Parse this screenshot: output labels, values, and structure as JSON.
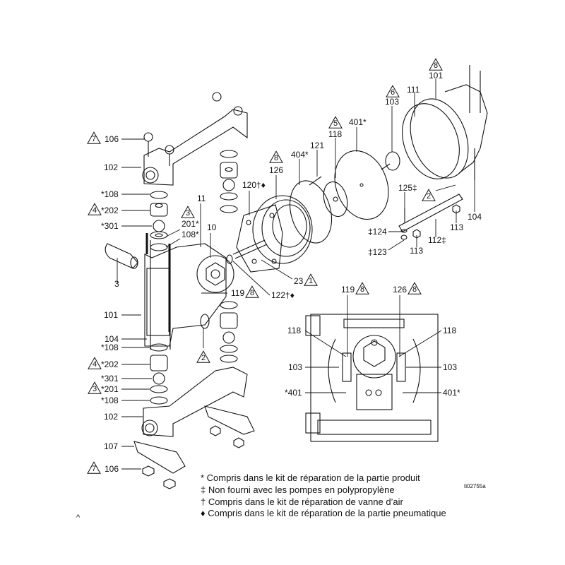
{
  "callouts": {
    "top_106": {
      "tri": "7",
      "text": "106"
    },
    "top_102": "102",
    "top_108": "*108",
    "top_202": {
      "tri": "4",
      "text": "*202"
    },
    "top_301": "*301",
    "top_201": {
      "tri": "3",
      "text": "201*"
    },
    "top_108b": "108*",
    "c11": "11",
    "c10": "10",
    "c3": "3",
    "c101": "101",
    "c119": {
      "tri": "8",
      "text": "119"
    },
    "c122": "122†♦",
    "c23": {
      "tri": "1",
      "text": "23"
    },
    "c120": "120†♦",
    "c126": {
      "tri": "8",
      "text": "126"
    },
    "c404": "404*",
    "c121": "121",
    "c118": {
      "tri": "5",
      "text": "118"
    },
    "c401": "401*",
    "c103": {
      "tri": "6",
      "text": "103"
    },
    "c111": "111",
    "c101r": {
      "tri": "8",
      "text": "101"
    },
    "c125": "125‡",
    "c2r": {
      "tri": "2"
    },
    "c104r": "104",
    "c113a": "113",
    "c124": "‡124",
    "c113b": "113",
    "c112": "112‡",
    "c123": "‡123",
    "c2b": {
      "tri": "2"
    },
    "bot_104": "104",
    "bot_108": "*108",
    "bot_202": {
      "tri": "4",
      "text": "*202"
    },
    "bot_301": "*301",
    "bot_201": {
      "tri": "3",
      "text": "*201"
    },
    "bot_108b": "*108",
    "bot_102": "102",
    "bot_107": "107",
    "bot_106": {
      "tri": "7",
      "text": "106"
    }
  },
  "inset": {
    "c119": {
      "tri": "8",
      "text": "119"
    },
    "c126": {
      "tri": "8",
      "text": "126"
    },
    "l118": "118",
    "r118": "118",
    "l103": "103",
    "r103": "103",
    "l401": "*401",
    "r401": "401*"
  },
  "footnotes": [
    "* Compris dans le kit de réparation de la partie produit",
    "‡ Non fourni avec les pompes en polypropylène",
    "† Compris dans le kit de réparation de vanne d’air",
    "♦  Compris dans le kit de réparation de la partie pneumatique"
  ],
  "figure_ref": "ti02755a",
  "corner_mark": "^"
}
